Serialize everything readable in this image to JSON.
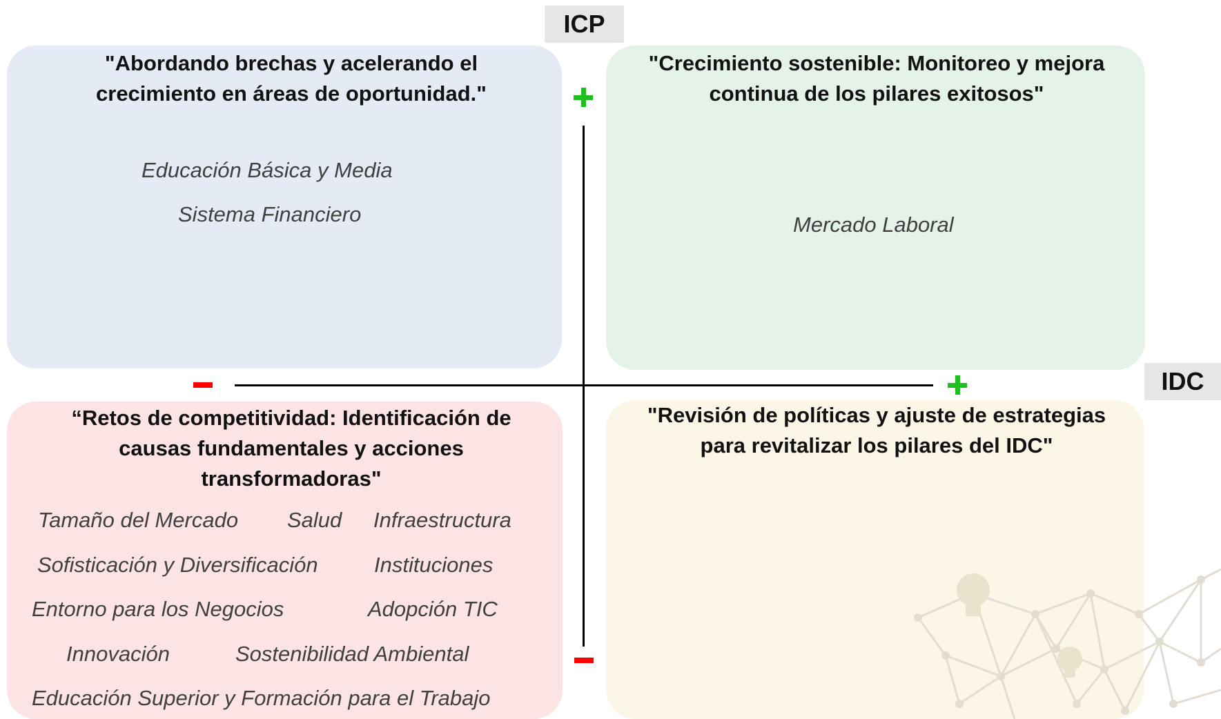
{
  "axes": {
    "vertical_label": "ICP",
    "horizontal_label": "IDC",
    "plus_symbol": "+",
    "minus_symbol": "−",
    "plus_color": "#1fbf1f",
    "minus_color": "#ff0000"
  },
  "quadrants": {
    "top_left": {
      "color": "#e5ebf5",
      "title_lines": [
        "\"Abordando brechas y acelerando el",
        "crecimiento en áreas de oportunidad.\""
      ],
      "items": [
        "Educación Básica y Media",
        "Sistema Financiero"
      ]
    },
    "top_right": {
      "color": "#e4f2e7",
      "title_lines": [
        "\"Crecimiento sostenible: Monitoreo y mejora",
        "continua de los pilares exitosos\""
      ],
      "items": [
        "Mercado Laboral"
      ]
    },
    "bottom_left": {
      "color": "#fce4e5",
      "title_lines": [
        "“Retos de competitividad: Identificación de",
        "causas fundamentales y acciones",
        "transformadoras\""
      ],
      "items": [
        "Tamaño del Mercado",
        "Salud",
        "Infraestructura",
        "Sofisticación y Diversificación",
        "Instituciones",
        "Entorno para los Negocios",
        "Adopción TIC",
        "Innovación",
        "Sostenibilidad Ambiental",
        "Educación Superior y Formación para el Trabajo"
      ]
    },
    "bottom_right": {
      "color": "#fcf6e7",
      "title_lines": [
        "\"Revisión de políticas y ajuste de estrategias",
        "para revitalizar los pilares del IDC\""
      ],
      "items": []
    }
  }
}
